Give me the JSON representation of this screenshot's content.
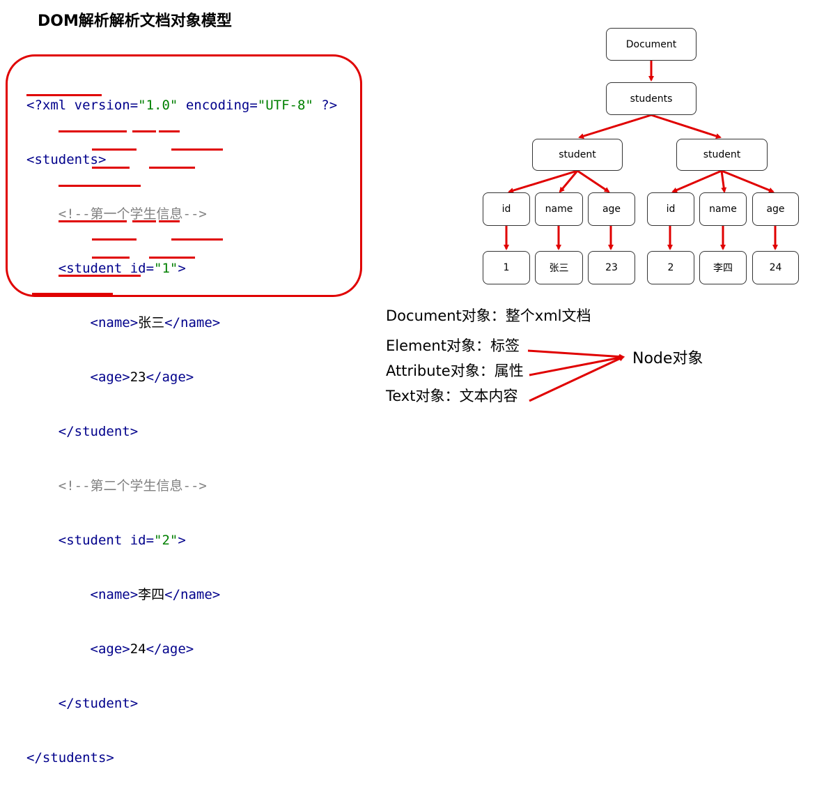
{
  "title": "DOM解析解析文档对象模型",
  "xml": {
    "line1": {
      "open": "<?",
      "xml": "xml ",
      "version_attr": "version=",
      "version_val": "\"1.0\"",
      "enc_attr": " encoding=",
      "enc_val": "\"UTF-8\"",
      "close": " ?>"
    },
    "root_open": "<students>",
    "comment1": "<!--第一个学生信息-->",
    "student1_open": {
      "tag": "<student ",
      "attr": "id=",
      "val": "\"1\"",
      "close": ">"
    },
    "s1_name": {
      "open": "<name>",
      "text": "张三",
      "close": "</name>"
    },
    "s1_age": {
      "open": "<age>",
      "text": "23",
      "close": "</age>"
    },
    "student_close": "</student>",
    "comment2": "<!--第二个学生信息-->",
    "student2_open": {
      "tag": "<student ",
      "attr": "id=",
      "val": "\"2\"",
      "close": ">"
    },
    "s2_name": {
      "open": "<name>",
      "text": "李四",
      "close": "</name>"
    },
    "s2_age": {
      "open": "<age>",
      "text": "24",
      "close": "</age>"
    },
    "root_close": "</students>"
  },
  "tree": {
    "document": "Document",
    "students": "students",
    "student_left": "student",
    "student_right": "student",
    "left": {
      "id": "id",
      "name": "name",
      "age": "age",
      "id_val": "1",
      "name_val": "张三",
      "age_val": "23"
    },
    "right": {
      "id": "id",
      "name": "name",
      "age": "age",
      "id_val": "2",
      "name_val": "李四",
      "age_val": "24"
    }
  },
  "legend": {
    "document": "Document对象：整个xml文档",
    "element": "Element对象：标签",
    "attribute": "Attribute对象：属性",
    "text": "Text对象：文本内容",
    "node": "Node对象"
  },
  "colors": {
    "accent_red": "#e00000",
    "tag_blue": "#00008b",
    "value_green": "#008000",
    "comment_gray": "#808080"
  }
}
